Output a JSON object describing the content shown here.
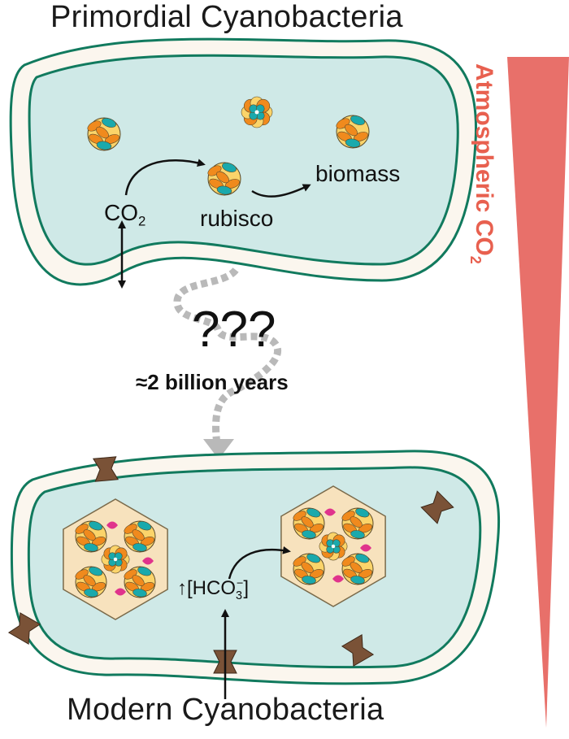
{
  "titles": {
    "top": "Primordial Cyanobacteria",
    "bottom": "Modern Cyanobacteria"
  },
  "labels": {
    "co2_base": "CO",
    "co2_sub": "2",
    "rubisco": "rubisco",
    "biomass": "biomass",
    "question": "???",
    "time": "≈2 billion years",
    "hco3_arrow": "↑",
    "hco3_open": "[HCO",
    "hco3_sub": "3",
    "hco3_sup": "−",
    "hco3_close": "]"
  },
  "side": {
    "label_base": "Atmospheric CO",
    "label_sub": "2"
  },
  "colors": {
    "membrane_green": "#117a5e",
    "cytoplasm": "#cfe9e7",
    "periplasm": "#fbf6ee",
    "carboxysome": "#f7e2bd",
    "rubisco_orange": "#f08a1d",
    "rubisco_yellow": "#fbd46a",
    "rubisco_teal": "#1aa9ac",
    "transporter_brown": "#7a5237",
    "wedge_red": "#e8706a",
    "accent_pink": "#e0338c"
  }
}
